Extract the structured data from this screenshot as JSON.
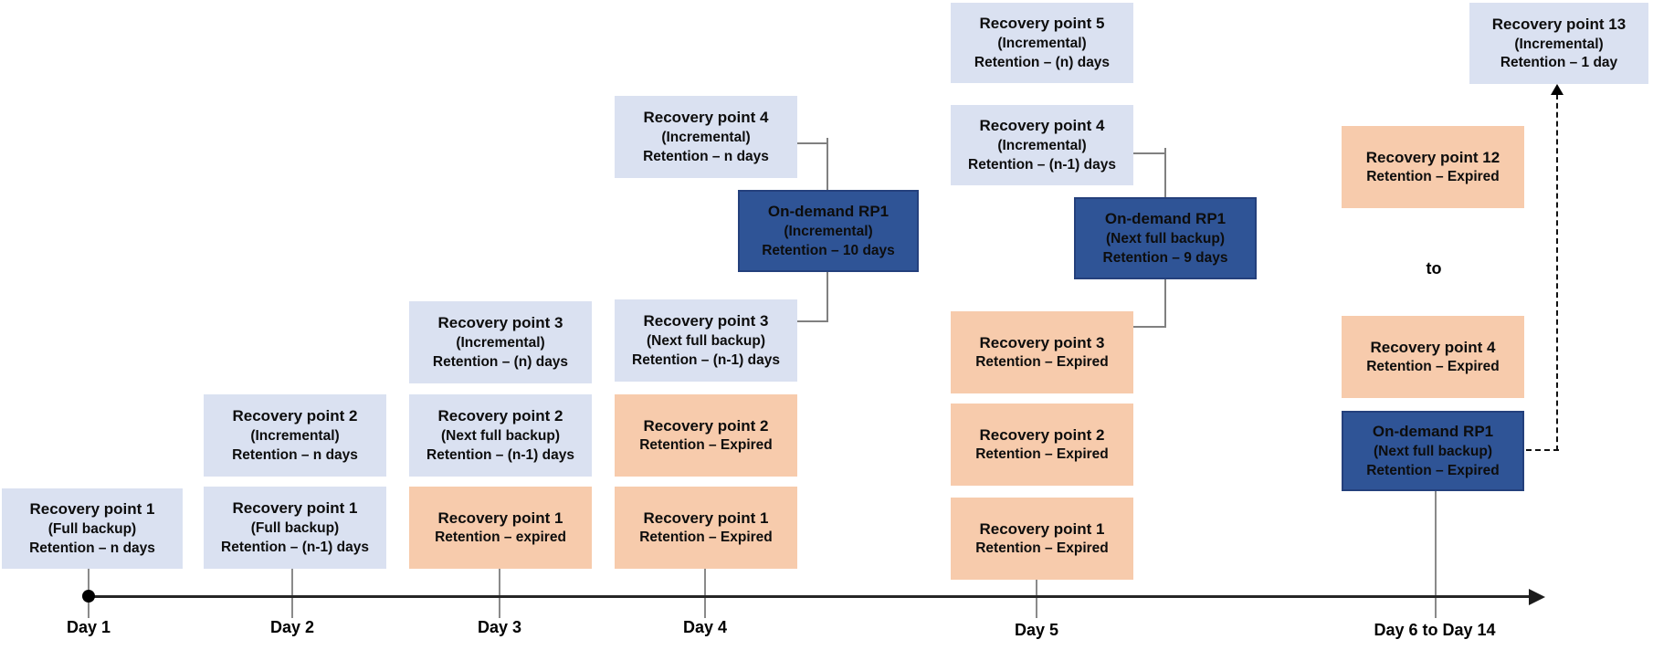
{
  "timeline": {
    "day_labels": [
      "Day 1",
      "Day 2",
      "Day 3",
      "Day 4",
      "Day 5",
      "Day 6 to Day 14"
    ]
  },
  "range_separator": "to",
  "colors": {
    "active_box": "#dae1f1",
    "expired_box": "#f7cbac",
    "ondemand_box": "#2f5496",
    "ondemand_border": "#24407c",
    "axis": "#262626",
    "connector": "#808080"
  },
  "boxes": {
    "d1_rp1": {
      "title": "Recovery point 1",
      "subtitle": "(Full backup)",
      "retention": "Retention – n days"
    },
    "d2_rp2": {
      "title": "Recovery point 2",
      "subtitle": "(Incremental)",
      "retention": "Retention – n days"
    },
    "d2_rp1": {
      "title": "Recovery point 1",
      "subtitle": "(Full backup)",
      "retention": "Retention – (n-1) days"
    },
    "d3_rp3": {
      "title": "Recovery point 3",
      "subtitle": "(Incremental)",
      "retention": "Retention – (n) days"
    },
    "d3_rp2": {
      "title": "Recovery point 2",
      "subtitle": "(Next full backup)",
      "retention": "Retention – (n-1) days"
    },
    "d3_rp1": {
      "title": "Recovery point 1",
      "retention": "Retention – expired"
    },
    "d4_rp4": {
      "title": "Recovery point 4",
      "subtitle": "(Incremental)",
      "retention": "Retention – n days"
    },
    "d4_ondemand": {
      "title": "On-demand RP1",
      "subtitle": "(Incremental)",
      "retention": "Retention – 10 days"
    },
    "d4_rp3": {
      "title": "Recovery point 3",
      "subtitle": "(Next full backup)",
      "retention": "Retention – (n-1) days"
    },
    "d4_rp2": {
      "title": "Recovery point 2",
      "retention": "Retention – Expired"
    },
    "d4_rp1": {
      "title": "Recovery point 1",
      "retention": "Retention – Expired"
    },
    "d5_rp5": {
      "title": "Recovery point 5",
      "subtitle": "(Incremental)",
      "retention": "Retention – (n) days"
    },
    "d5_rp4": {
      "title": "Recovery point 4",
      "subtitle": "(Incremental)",
      "retention": "Retention – (n-1) days"
    },
    "d5_ondemand": {
      "title": "On-demand RP1",
      "subtitle": "(Next full backup)",
      "retention": "Retention – 9 days"
    },
    "d5_rp3": {
      "title": "Recovery point 3",
      "retention": "Retention – Expired"
    },
    "d5_rp2": {
      "title": "Recovery point 2",
      "retention": "Retention – Expired"
    },
    "d5_rp1": {
      "title": "Recovery point 1",
      "retention": "Retention – Expired"
    },
    "d6_rp13": {
      "title": "Recovery point 13",
      "subtitle": "(Incremental)",
      "retention": "Retention – 1 day"
    },
    "d6_rp12": {
      "title": "Recovery point 12",
      "retention": "Retention – Expired"
    },
    "d6_rp4": {
      "title": "Recovery point 4",
      "retention": "Retention – Expired"
    },
    "d6_ondemand": {
      "title": "On-demand RP1",
      "subtitle": "(Next full backup)",
      "retention": "Retention – Expired"
    }
  }
}
